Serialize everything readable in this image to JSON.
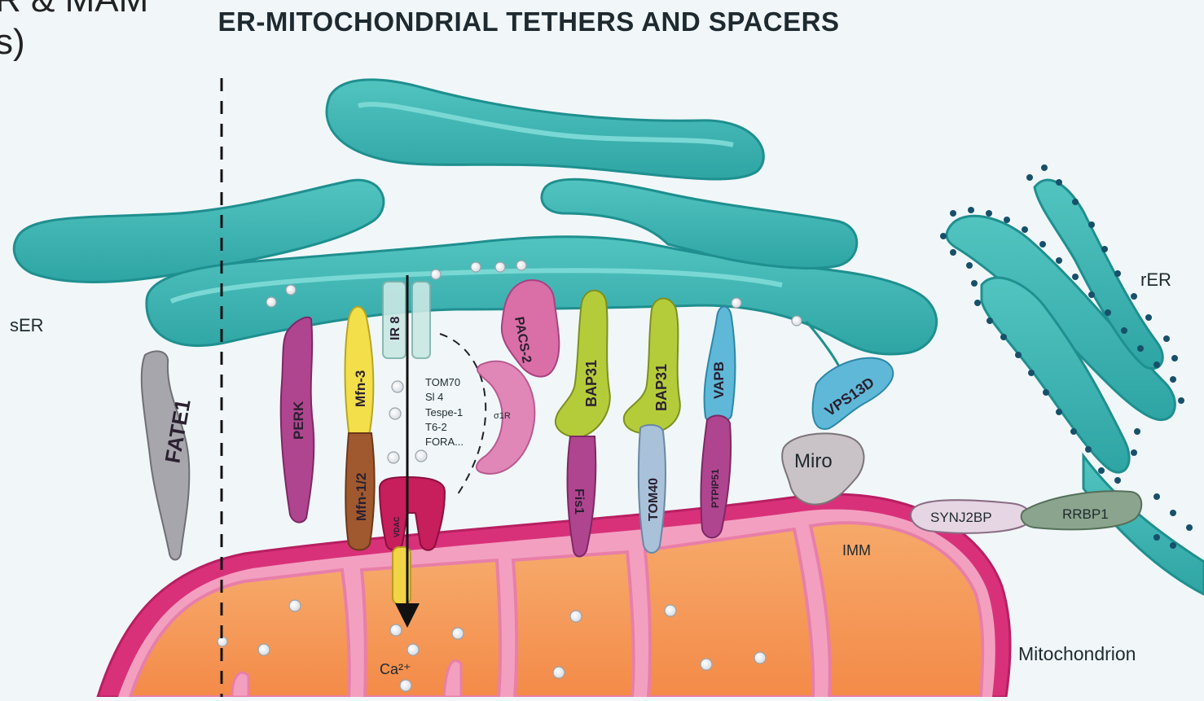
{
  "header": {
    "title": "ER-MITOCHONDRIAL TETHERS AND SPACERS",
    "corner_fragment": "R & MAM\ns)"
  },
  "regions": {
    "ser": "sER",
    "rer": "rER",
    "imm": "IMM",
    "mitochondrion": "Mitochondrion"
  },
  "proteins": {
    "fate1": "FATE1",
    "perk": "PERK",
    "mfn_top": "Mfn-3",
    "mfn_bottom": "Mfn-1/2",
    "ip3r": "IR 8",
    "vdac": "VDAC",
    "pacs": "PACS-2",
    "sigma": "σ1R",
    "bap31_a": "BAP31",
    "bap31_b": "BAP31",
    "fis1": "Fis1",
    "tom40": "TOM40",
    "vapb": "VAPB",
    "ptpip51": "PTPIP51",
    "vps13d": "VPS13D",
    "miro": "Miro",
    "synj2bp": "SYNJ2BP",
    "rrbp1": "RRBP1"
  },
  "side_list": [
    "TOM70",
    "Sl 4",
    "Tespe-1",
    "T6-2",
    "FORA..."
  ],
  "calcium": "Ca²⁺",
  "colors": {
    "er_fill": "#3fb6b4",
    "er_outline": "#1f8f8f",
    "mito_outer": "#d8317a",
    "mito_matrix": "#f59a5a",
    "background": "#f1f7f9"
  }
}
